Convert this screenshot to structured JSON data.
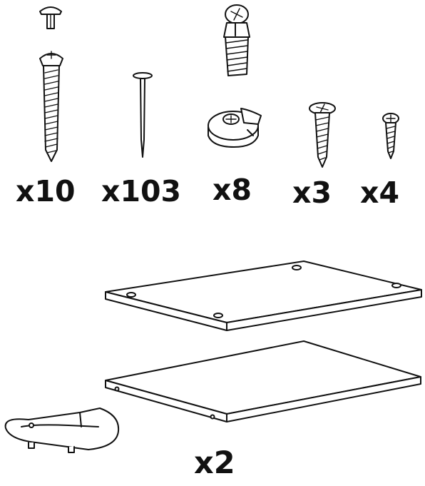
{
  "parts": [
    {
      "name": "nail-and-fastener-group-1",
      "quantity": "x10"
    },
    {
      "name": "nail",
      "quantity": "x103"
    },
    {
      "name": "cam-lock-and-dowel",
      "quantity": "x8"
    },
    {
      "name": "wood-screw-large",
      "quantity": "x3"
    },
    {
      "name": "wood-screw-small",
      "quantity": "x4"
    },
    {
      "name": "shelf-boards-and-clip",
      "quantity": "x2"
    }
  ],
  "colors": {
    "line": "#111111",
    "background": "#ffffff"
  }
}
